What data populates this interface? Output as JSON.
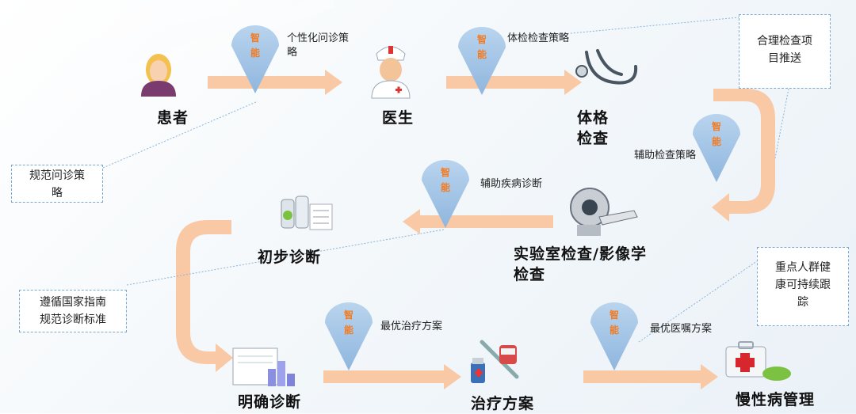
{
  "nodes": {
    "patient": "患者",
    "doctor": "医生",
    "physical_exam_1": "体格",
    "physical_exam_2": "检查",
    "lab_imaging_1": "实验室检查/影像学",
    "lab_imaging_2": "检查",
    "prelim_diagnosis": "初步诊断",
    "confirmed_diagnosis": "明确诊断",
    "treatment_plan": "治疗方案",
    "chronic_mgmt": "慢性病管理"
  },
  "smart_pins": {
    "char1": "智",
    "char2": "能"
  },
  "strategies": {
    "personalized_1": "个性化问诊策",
    "personalized_2": "略",
    "exam_strategy": "体检检查策略",
    "aux_exam": "辅助检查策略",
    "aux_diagnosis": "辅助疾病诊断",
    "best_treatment": "最优治疗方案",
    "best_advice": "最优医嘱方案"
  },
  "notes": {
    "standard_consult_1": "规范问诊策",
    "standard_consult_2": "略",
    "reasonable_exam_1": "合理检查项",
    "reasonable_exam_2": "目推送",
    "guideline_1": "遵循国家指南",
    "guideline_2": "规范诊断标准",
    "key_pop_1": "重点人群健",
    "key_pop_2": "康可持续跟",
    "key_pop_3": "踪"
  },
  "colors": {
    "arrow": "#f9c8a4",
    "pin": "#a9c8e8",
    "pin_text": "#f47b20",
    "note_border": "#7aa8d6"
  },
  "icons": [
    "patient-icon",
    "doctor-icon",
    "stethoscope-icon",
    "ct-scanner-icon",
    "lab-tubes-icon",
    "chart-report-icon",
    "medicine-icon",
    "first-aid-kit-icon"
  ]
}
